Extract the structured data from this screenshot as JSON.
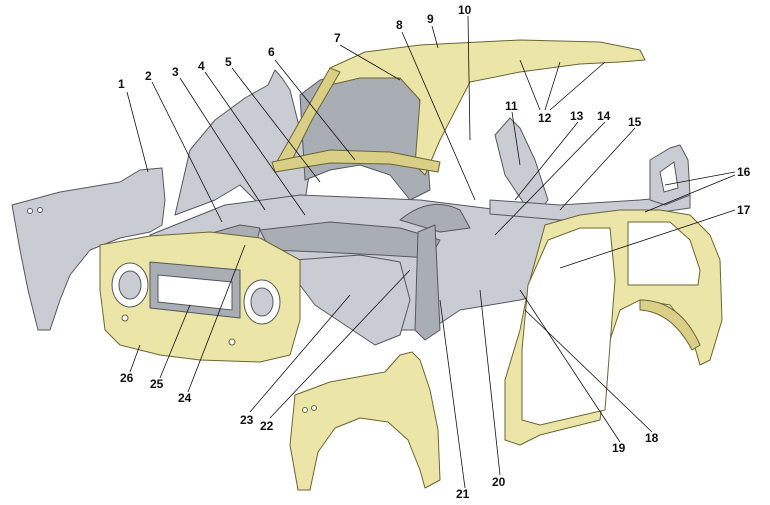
{
  "diagram": {
    "callouts": [
      {
        "id": "1",
        "label": "1"
      },
      {
        "id": "2",
        "label": "2"
      },
      {
        "id": "3",
        "label": "3"
      },
      {
        "id": "4",
        "label": "4"
      },
      {
        "id": "5",
        "label": "5"
      },
      {
        "id": "6",
        "label": "6"
      },
      {
        "id": "7",
        "label": "7"
      },
      {
        "id": "8",
        "label": "8"
      },
      {
        "id": "9",
        "label": "9"
      },
      {
        "id": "10",
        "label": "10"
      },
      {
        "id": "11",
        "label": "11"
      },
      {
        "id": "12",
        "label": "12"
      },
      {
        "id": "13",
        "label": "13"
      },
      {
        "id": "14",
        "label": "14"
      },
      {
        "id": "15",
        "label": "15"
      },
      {
        "id": "16",
        "label": "16"
      },
      {
        "id": "17",
        "label": "17"
      },
      {
        "id": "18",
        "label": "18"
      },
      {
        "id": "19",
        "label": "19"
      },
      {
        "id": "20",
        "label": "20"
      },
      {
        "id": "21",
        "label": "21"
      },
      {
        "id": "22",
        "label": "22"
      },
      {
        "id": "23",
        "label": "23"
      },
      {
        "id": "24",
        "label": "24"
      },
      {
        "id": "25",
        "label": "25"
      },
      {
        "id": "26",
        "label": "26"
      }
    ],
    "colors": {
      "outer_panels": "#ece5a8",
      "inner_structure": "#c9ccd2",
      "outline": "#55585e",
      "callout_text": "#111111"
    }
  }
}
